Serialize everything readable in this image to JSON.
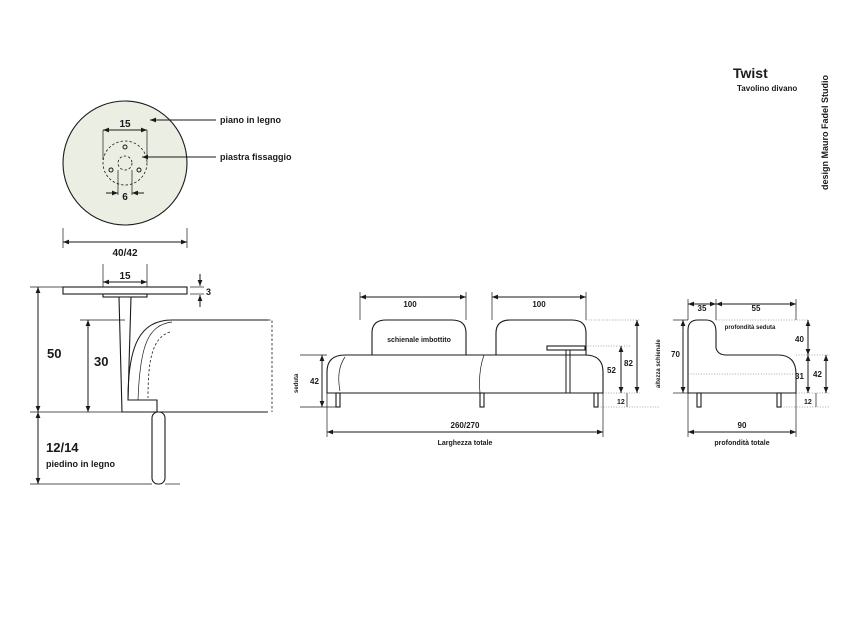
{
  "title": "Twist",
  "subtitle": "Tavolino divano",
  "credit": "design Mauro Fadel Studio",
  "top_view": {
    "label_top": "piano in legno",
    "label_plate": "piastra fissaggio",
    "dim_plate": "15",
    "dim_hole": "6",
    "dim_diameter": "40/42"
  },
  "side_detail": {
    "dim_plate": "15",
    "dim_thickness": "3",
    "dim_total_height": "50",
    "dim_arm_height": "30",
    "dim_foot": "12/14",
    "label_foot": "piedino in legno"
  },
  "front_view": {
    "dim_back_left": "100",
    "dim_back_right": "100",
    "label_back": "schienale imbottito",
    "label_seat_height": "seduta",
    "dim_seat_height": "42",
    "dim_table_height": "52",
    "label_back_height": "altezza schienale",
    "dim_back_height": "82",
    "dim_leg": "12",
    "dim_width": "260/270",
    "label_width": "Larghezza totale"
  },
  "profile_view": {
    "dim_back_depth": "35",
    "dim_seat_depth_value": "55",
    "label_seat_depth": "profondità seduta",
    "dim_height": "70",
    "dim_top_gap": "40",
    "dim_seat_thickness": "31",
    "dim_seat_height": "42",
    "dim_leg": "12",
    "dim_depth": "90",
    "label_depth": "profondità totale"
  }
}
